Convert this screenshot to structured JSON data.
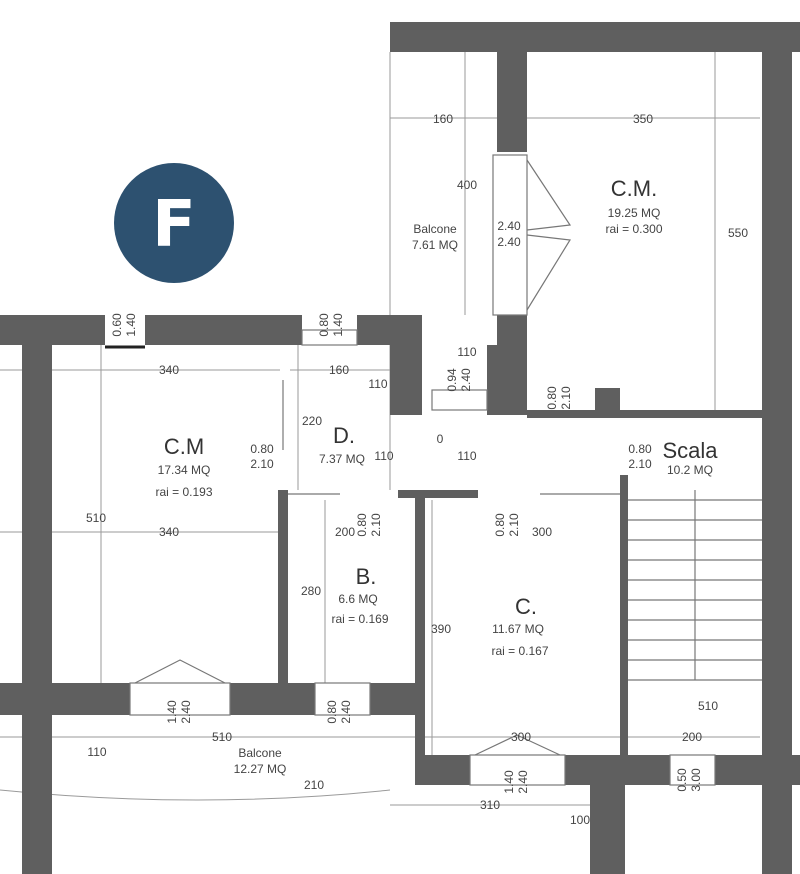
{
  "badge": {
    "letter": "F",
    "color": "#2d5170"
  },
  "rooms": [
    {
      "name": "C.M.",
      "area": "19.25 MQ",
      "rai": "rai = 0.300"
    },
    {
      "name": "C.M",
      "area": "17.34 MQ",
      "rai": "rai = 0.193"
    },
    {
      "name": "D.",
      "area": "7.37 MQ"
    },
    {
      "name": "Scala",
      "area": "10.2 MQ"
    },
    {
      "name": "B.",
      "area": "6.6 MQ",
      "rai": "rai = 0.169"
    },
    {
      "name": "C.",
      "area": "11.67 MQ",
      "rai": "rai = 0.167"
    },
    {
      "name": "Balcone",
      "area": "7.61 MQ"
    },
    {
      "name": "Balcone",
      "area": "12.27 MQ"
    }
  ],
  "dimensions": [
    "160",
    "350",
    "400",
    "550",
    "340",
    "160",
    "110",
    "110",
    "220",
    "110",
    "110",
    "0",
    "510",
    "340",
    "200",
    "300",
    "280",
    "390",
    "510",
    "300",
    "200",
    "110",
    "510",
    "210",
    "310",
    "100"
  ],
  "openings": [
    [
      "2.40",
      "2.40"
    ],
    [
      "0.60",
      "1.40"
    ],
    [
      "0.80",
      "1.40"
    ],
    [
      "0.80",
      "2.10"
    ],
    [
      "0.94",
      "2.40"
    ],
    [
      "0.80",
      "2.10"
    ],
    [
      "0.80",
      "2.10"
    ],
    [
      "0.80",
      "2.10"
    ],
    [
      "0.80",
      "2.10"
    ],
    [
      "1.40",
      "2.40"
    ],
    [
      "0.80",
      "2.40"
    ],
    [
      "1.40",
      "2.40"
    ],
    [
      "0.50",
      "3.00"
    ]
  ]
}
